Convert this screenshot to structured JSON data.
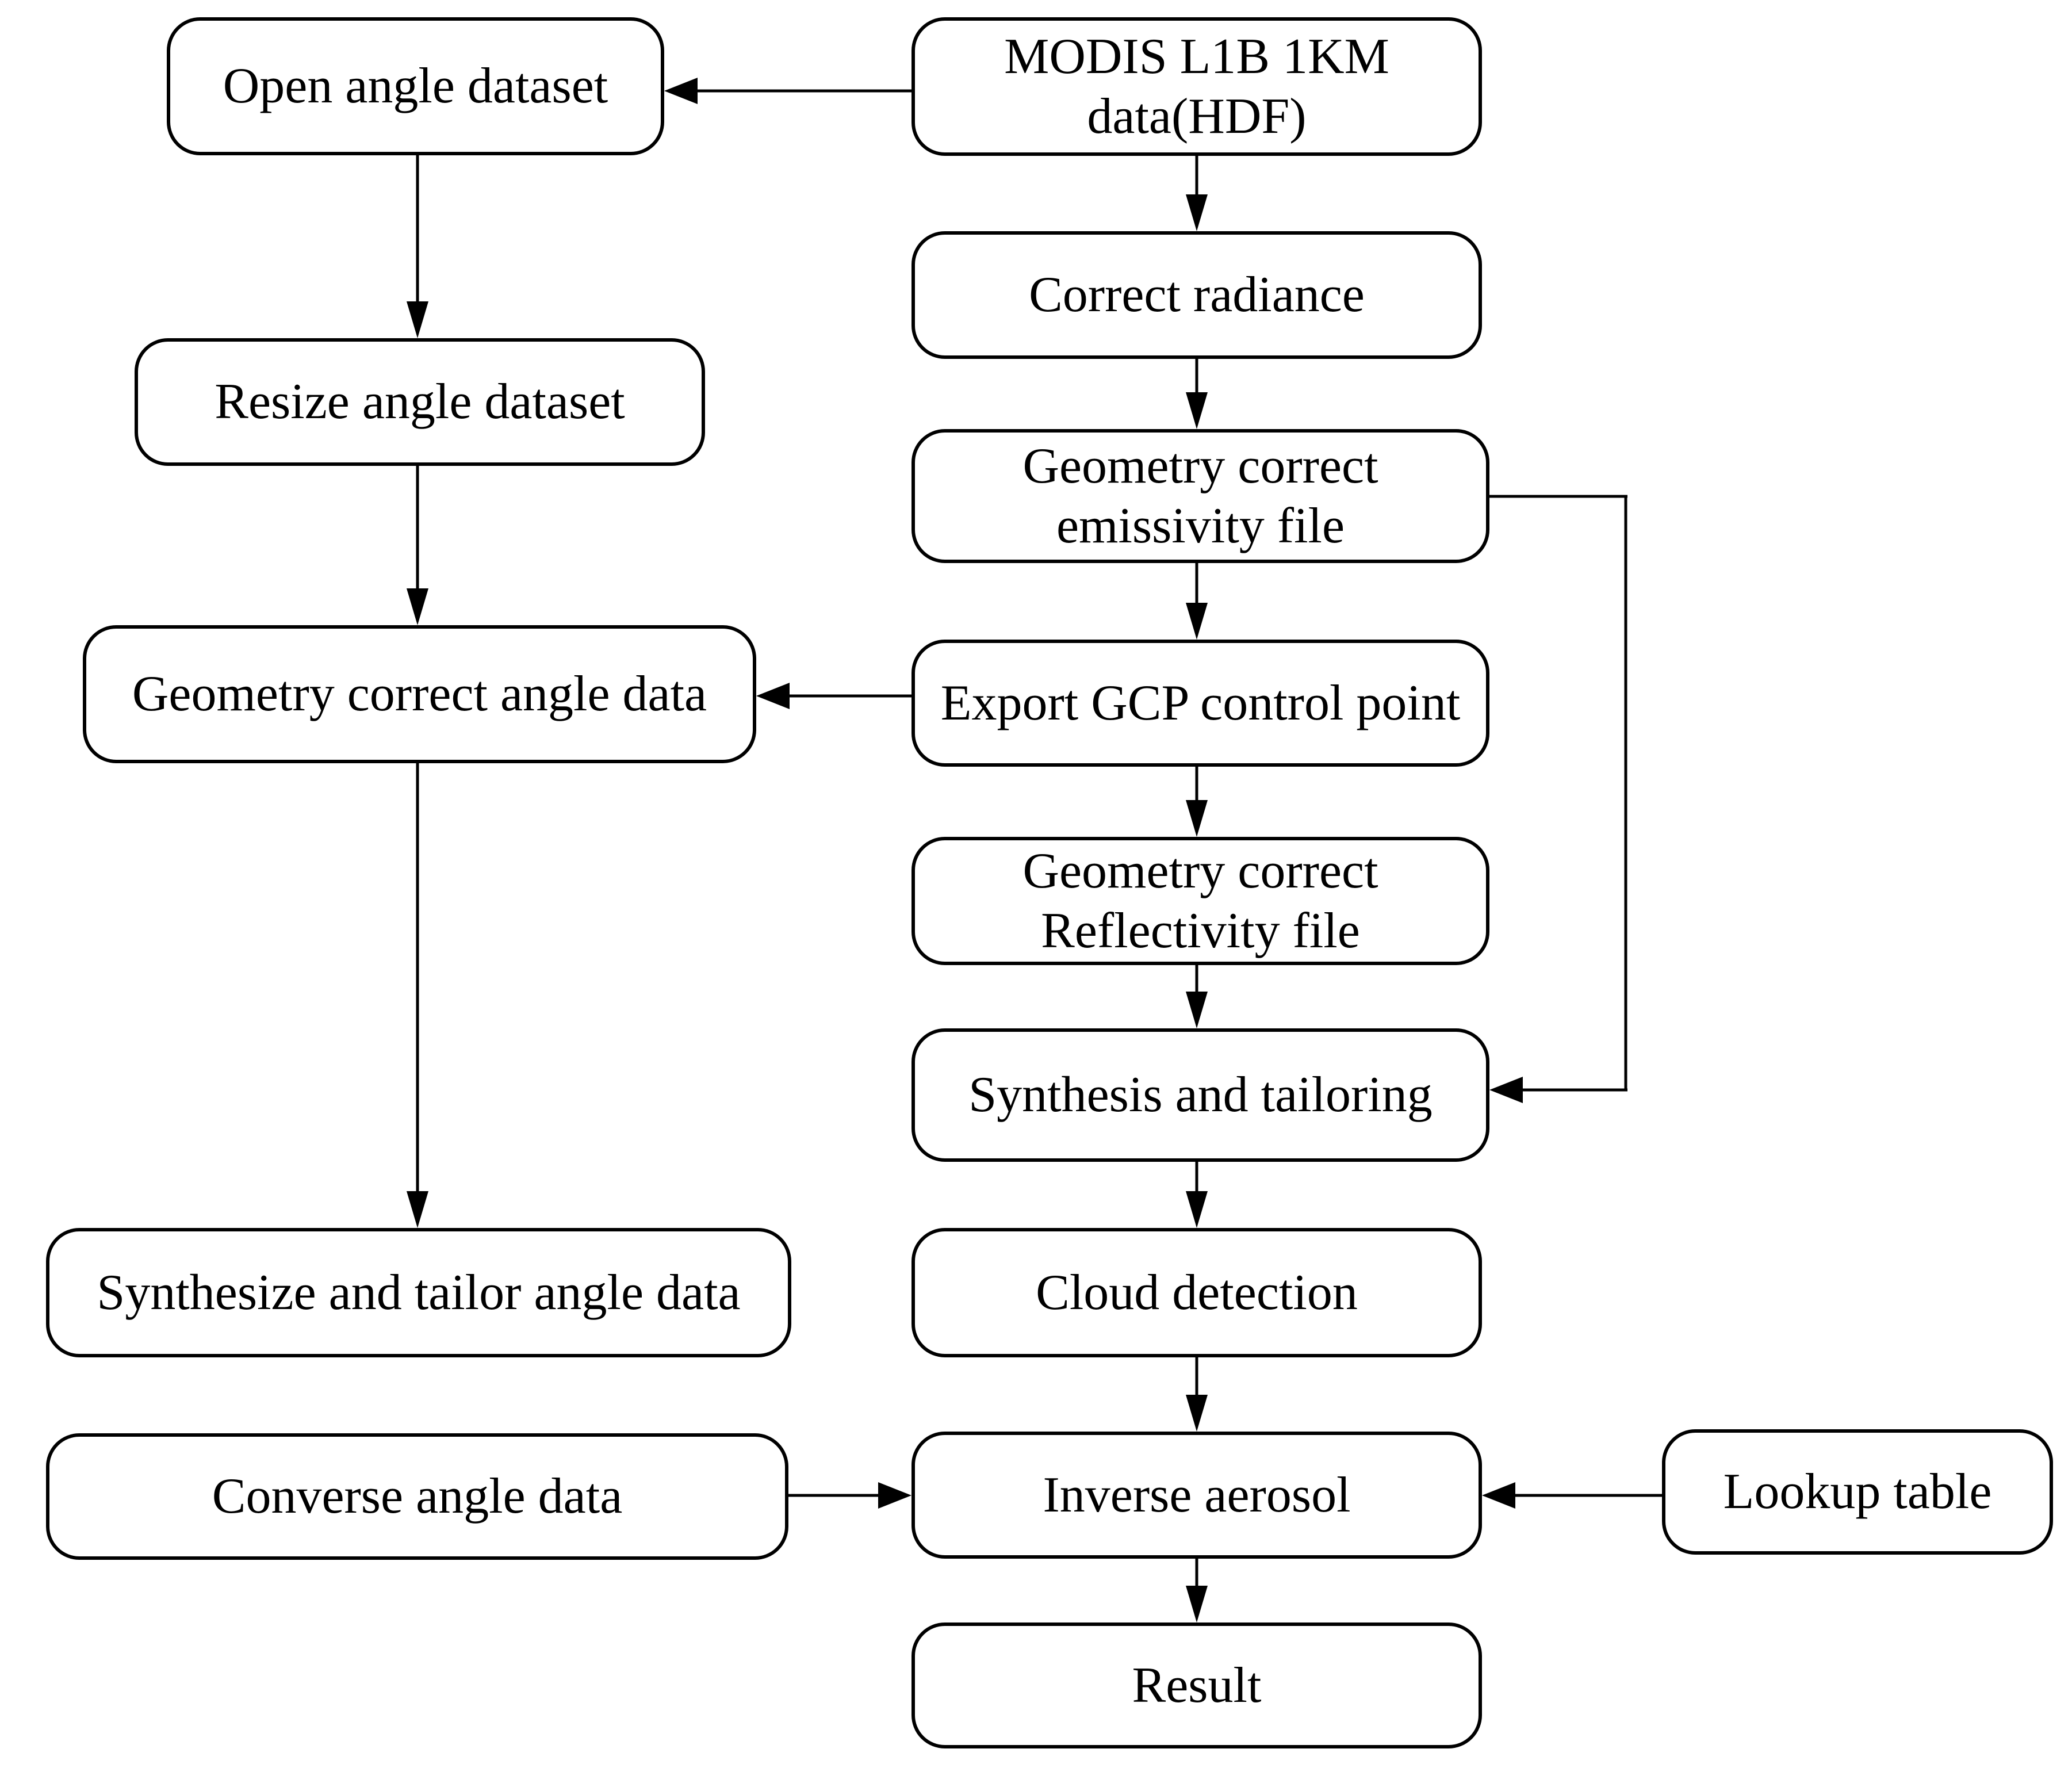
{
  "nodes": {
    "open_angle_dataset": {
      "label": "Open angle dataset"
    },
    "modis_l1b": {
      "label": "MODIS L1B 1KM data(HDF)"
    },
    "correct_radiance": {
      "label": "Correct radiance"
    },
    "resize_angle_dataset": {
      "label": "Resize angle dataset"
    },
    "geometry_correct_emissivity": {
      "label": "Geometry correct emissivity file"
    },
    "geometry_correct_angle_data": {
      "label": "Geometry correct angle data"
    },
    "export_gcp_control_point": {
      "label": "Export GCP control point"
    },
    "geometry_correct_reflectivity": {
      "label": "Geometry correct Reflectivity file"
    },
    "synthesis_and_tailoring": {
      "label": "Synthesis and tailoring"
    },
    "synthesize_tailor_angle_data": {
      "label": "Synthesize and tailor angle data"
    },
    "cloud_detection": {
      "label": "Cloud detection"
    },
    "converse_angle_data": {
      "label": "Converse angle data"
    },
    "inverse_aerosol": {
      "label": "Inverse aerosol"
    },
    "lookup_table": {
      "label": "Lookup table"
    },
    "result": {
      "label": "Result"
    }
  },
  "edges": [
    {
      "from": "modis_l1b",
      "to": "open_angle_dataset"
    },
    {
      "from": "modis_l1b",
      "to": "correct_radiance"
    },
    {
      "from": "open_angle_dataset",
      "to": "resize_angle_dataset"
    },
    {
      "from": "correct_radiance",
      "to": "geometry_correct_emissivity"
    },
    {
      "from": "resize_angle_dataset",
      "to": "geometry_correct_angle_data"
    },
    {
      "from": "geometry_correct_emissivity",
      "to": "export_gcp_control_point"
    },
    {
      "from": "export_gcp_control_point",
      "to": "geometry_correct_angle_data"
    },
    {
      "from": "export_gcp_control_point",
      "to": "geometry_correct_reflectivity"
    },
    {
      "from": "geometry_correct_emissivity",
      "to": "synthesis_and_tailoring"
    },
    {
      "from": "geometry_correct_reflectivity",
      "to": "synthesis_and_tailoring"
    },
    {
      "from": "geometry_correct_angle_data",
      "to": "synthesize_tailor_angle_data"
    },
    {
      "from": "synthesis_and_tailoring",
      "to": "cloud_detection"
    },
    {
      "from": "cloud_detection",
      "to": "inverse_aerosol"
    },
    {
      "from": "converse_angle_data",
      "to": "inverse_aerosol"
    },
    {
      "from": "lookup_table",
      "to": "inverse_aerosol"
    },
    {
      "from": "inverse_aerosol",
      "to": "result"
    }
  ],
  "colors": {
    "line": "#000000",
    "text": "#000000",
    "box_fill": "#ffffff",
    "background": "#ffffff"
  }
}
